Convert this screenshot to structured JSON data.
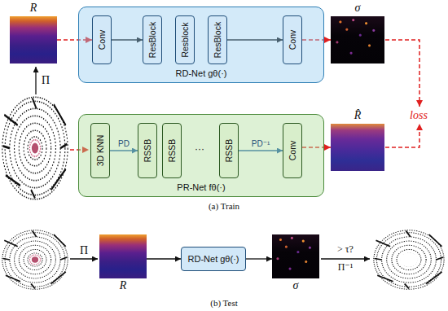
{
  "diagram": {
    "nodes": [
      {
        "text": [
          "R"
        ]
      },
      {
        "text": [
          "RD-Net gθ(·)"
        ]
      },
      {
        "text": [
          "Conv"
        ],
        "in": 1
      },
      {
        "text": [
          "ResBlock"
        ],
        "in": 1
      },
      {
        "text": [
          "Resblock"
        ],
        "in": 1
      },
      {
        "text": [
          "ResBlock"
        ],
        "in": 1
      },
      {
        "text": [
          "Conv"
        ],
        "in": 1
      },
      {
        "text": [
          "σ"
        ]
      },
      {
        "text": [
          "PR-Net fθ(·)"
        ]
      },
      {
        "text": [
          "3D KNN"
        ],
        "in": 8
      },
      {
        "text": [
          "RSSB"
        ],
        "in": 8
      },
      {
        "text": [
          "RSSB"
        ],
        "in": 8
      },
      {
        "text": [
          "RSSB"
        ],
        "in": 8
      },
      {
        "text": [
          "Conv"
        ],
        "in": 8
      },
      {
        "text": [
          "R̂"
        ]
      },
      {
        "text": [
          "R"
        ]
      },
      {
        "text": [
          "RD-Net gθ(·)"
        ]
      },
      {
        "text": [
          "σ"
        ]
      }
    ],
    "edges": [
      {
        "from": 0,
        "to": 2,
        "arrow": "to"
      },
      {
        "from": 2,
        "to": 3,
        "arrow": "to"
      },
      {
        "from": 5,
        "to": 6,
        "arrow": "to"
      },
      {
        "from": 6,
        "to": 7,
        "arrow": "to"
      },
      {
        "from": 9,
        "to": 10,
        "label": "PD",
        "arrow": "to"
      },
      {
        "from": 12,
        "to": 13,
        "label": "PD⁻¹",
        "arrow": "to"
      },
      {
        "from": 13,
        "to": 14,
        "arrow": "to"
      },
      {
        "from": 15,
        "to": 16,
        "arrow": "to"
      },
      {
        "from": 16,
        "to": 17,
        "arrow": "to"
      }
    ],
    "labels": [
      "Π",
      "loss",
      "···",
      "(a) Train",
      "Π",
      "> τ?",
      "Π⁻¹",
      "(b) Test"
    ]
  }
}
